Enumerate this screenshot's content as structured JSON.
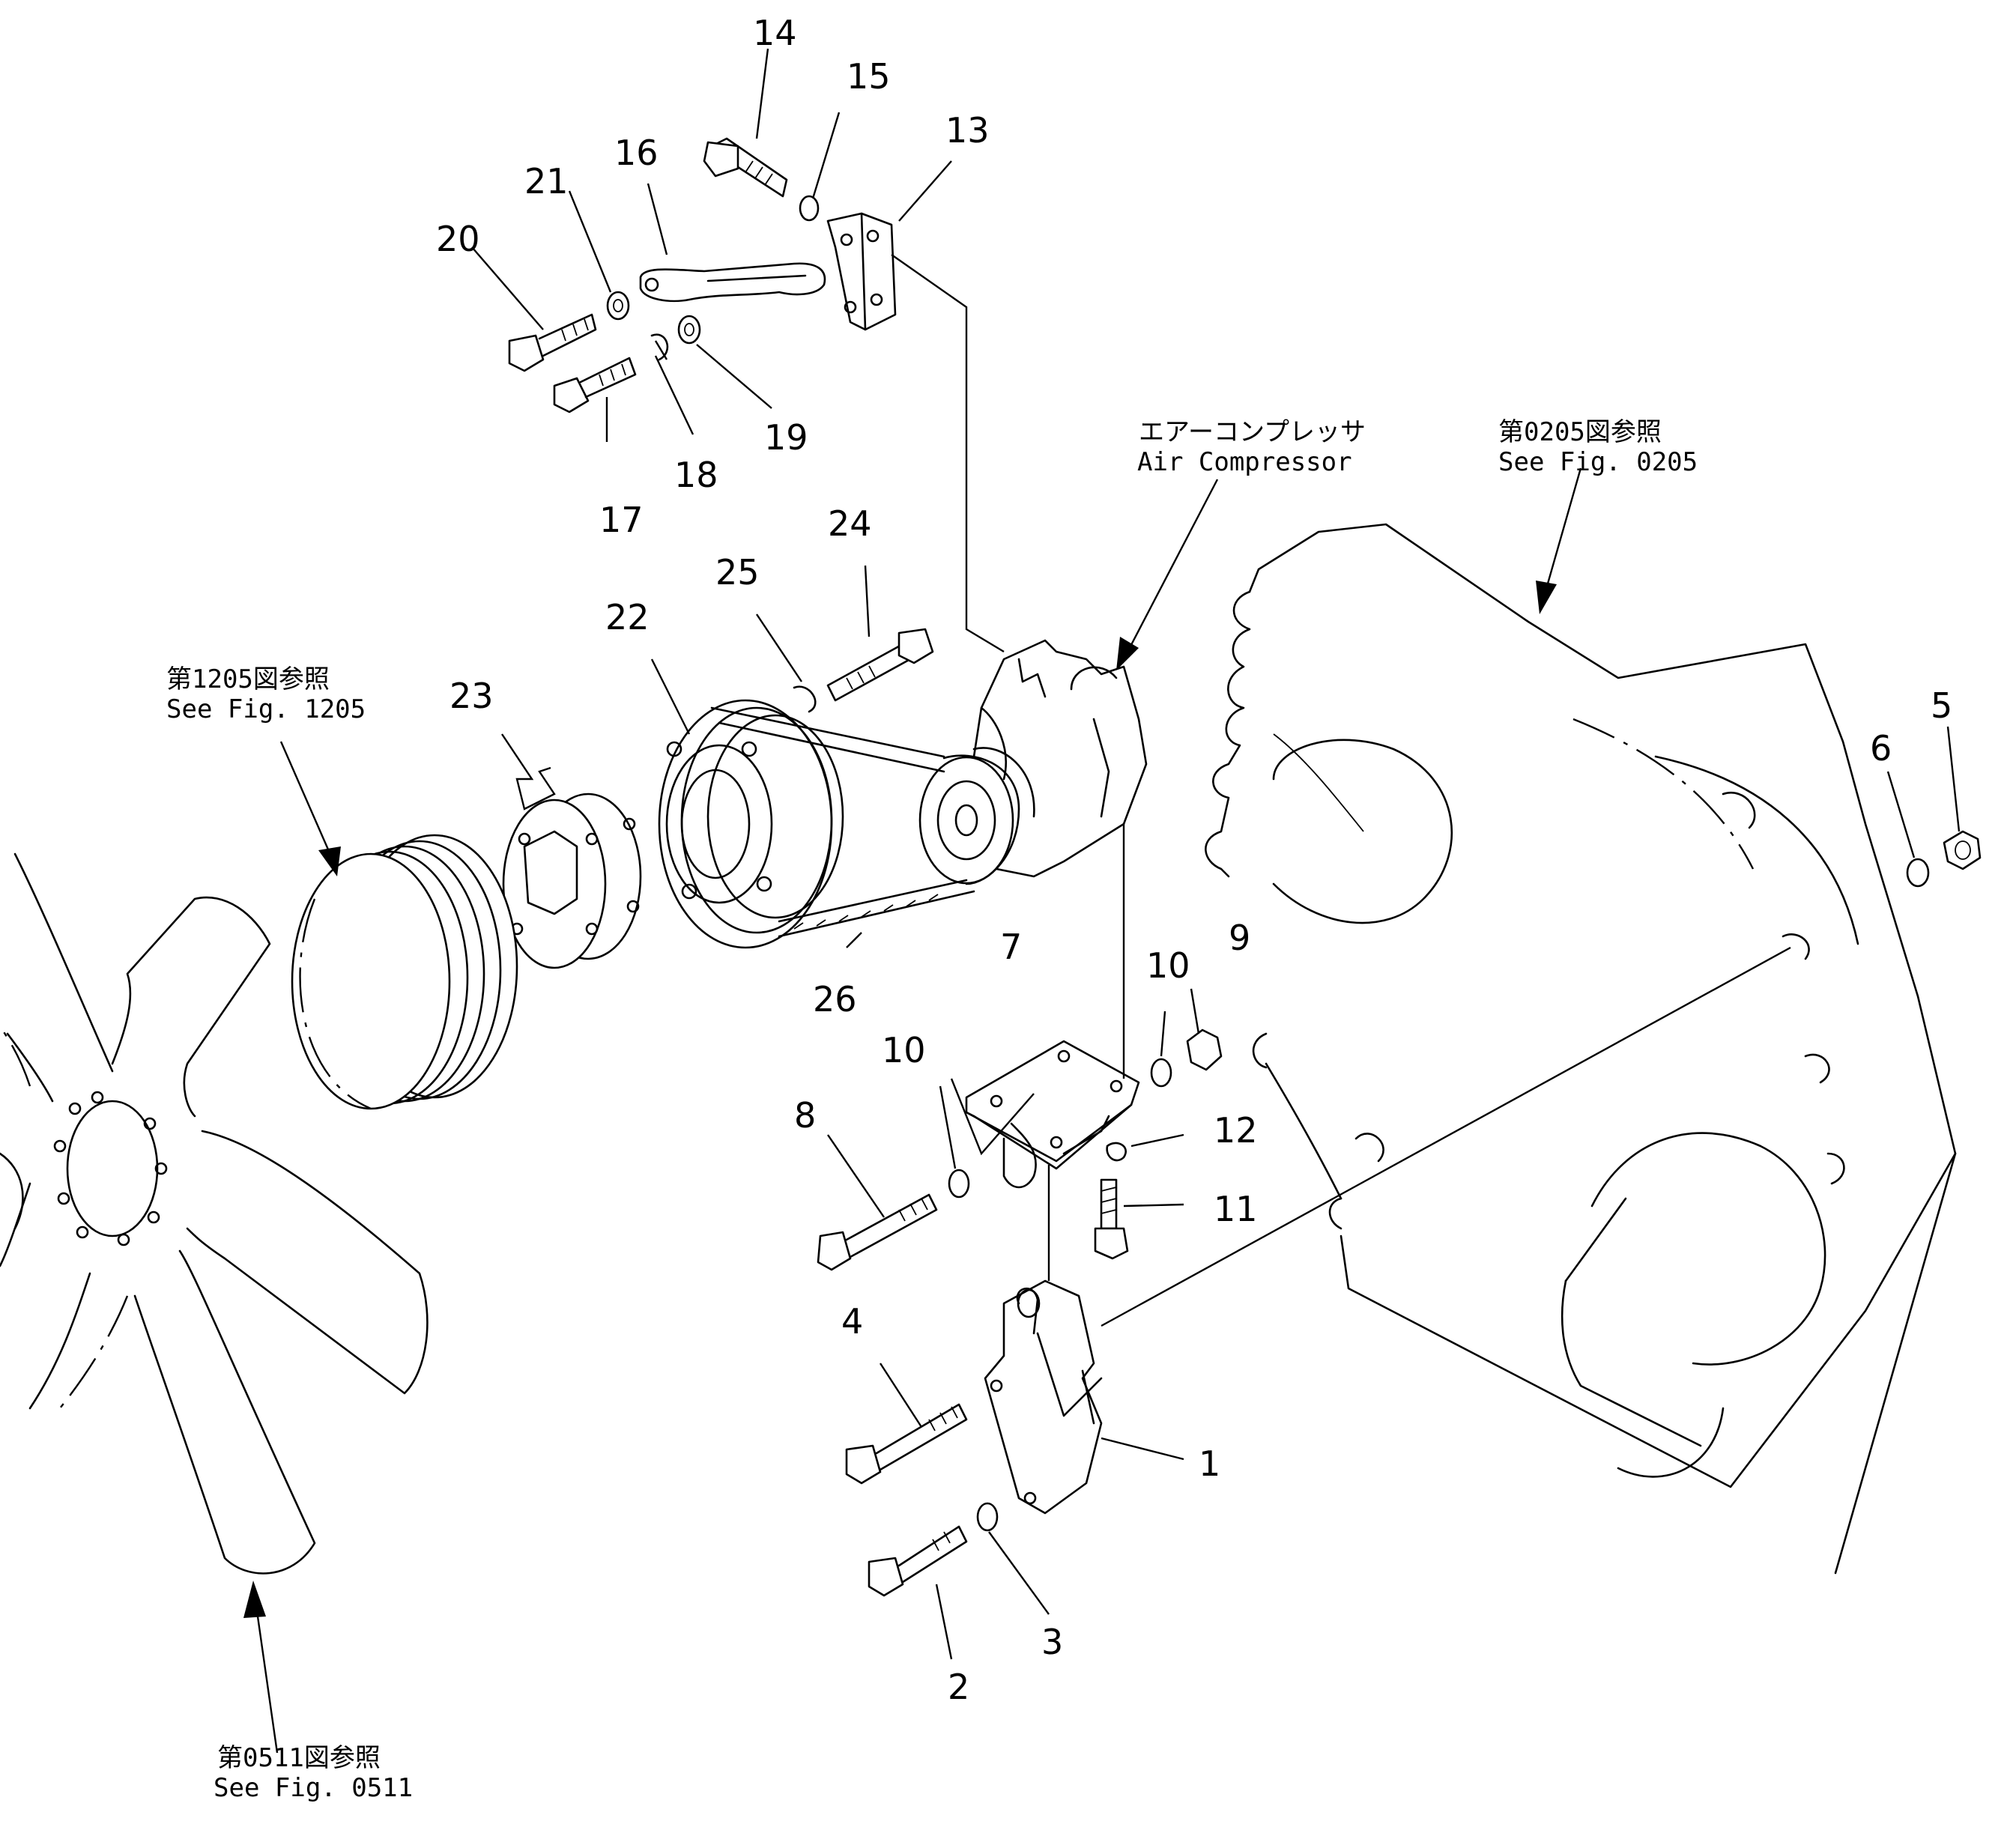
{
  "callouts": [
    {
      "id": "1",
      "text": "1"
    },
    {
      "id": "2",
      "text": "2"
    },
    {
      "id": "3",
      "text": "3"
    },
    {
      "id": "4",
      "text": "4"
    },
    {
      "id": "5",
      "text": "5"
    },
    {
      "id": "6",
      "text": "6"
    },
    {
      "id": "7",
      "text": "7"
    },
    {
      "id": "8",
      "text": "8"
    },
    {
      "id": "9",
      "text": "9"
    },
    {
      "id": "10a",
      "text": "10"
    },
    {
      "id": "10b",
      "text": "10"
    },
    {
      "id": "11",
      "text": "11"
    },
    {
      "id": "12",
      "text": "12"
    },
    {
      "id": "13",
      "text": "13"
    },
    {
      "id": "14",
      "text": "14"
    },
    {
      "id": "15",
      "text": "15"
    },
    {
      "id": "16",
      "text": "16"
    },
    {
      "id": "17",
      "text": "17"
    },
    {
      "id": "18",
      "text": "18"
    },
    {
      "id": "19",
      "text": "19"
    },
    {
      "id": "20",
      "text": "20"
    },
    {
      "id": "21",
      "text": "21"
    },
    {
      "id": "22",
      "text": "22"
    },
    {
      "id": "23",
      "text": "23"
    },
    {
      "id": "24",
      "text": "24"
    },
    {
      "id": "25",
      "text": "25"
    },
    {
      "id": "26",
      "text": "26"
    }
  ],
  "references": {
    "air_compressor": {
      "jp": "エアーコンプレッサ",
      "en": "Air  Compressor"
    },
    "fig_0205": {
      "jp": "第0205図参照",
      "en": "See  Fig. 0205"
    },
    "fig_1205": {
      "jp": "第1205図参照",
      "en": "See  Fig. 1205"
    },
    "fig_0511": {
      "jp": "第0511図参照",
      "en": "See  Fig. 0511"
    }
  }
}
